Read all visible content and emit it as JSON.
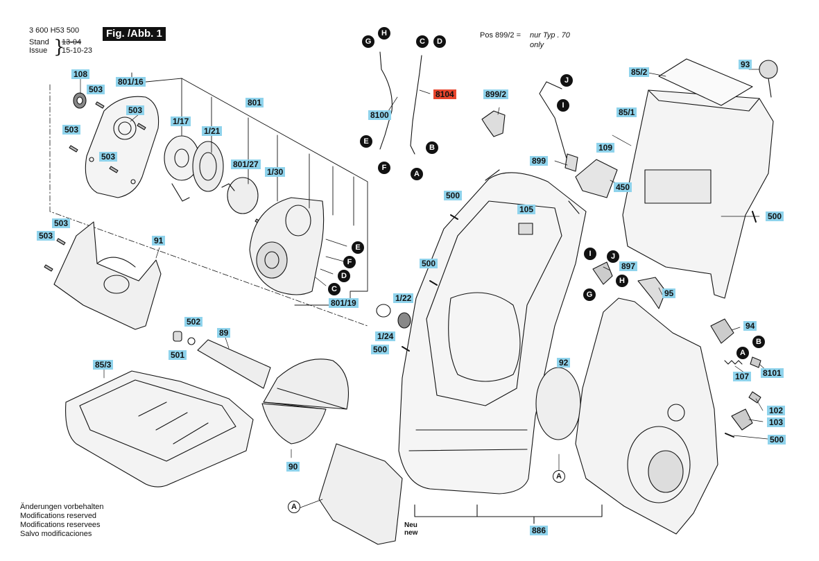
{
  "header": {
    "doc_number": "3 600 H53 500",
    "stand_label": "Stand",
    "issue_label": "Issue",
    "stand_date": "13-04",
    "issue_date": "15-10-23",
    "figure_title": "Fig. /Abb. 1"
  },
  "note_top": {
    "pos_ref": "Pos 899/2 =",
    "line1": "nur Typ . 70",
    "line2": "only"
  },
  "footer_notes": [
    "Änderungen vorbehalten",
    "Modifications reserved",
    "Modifications reservees",
    "Salvo modificaciones"
  ],
  "neu": {
    "line1": "Neu",
    "line2": "new"
  },
  "parts": {
    "p108": "108",
    "p503a": "503",
    "p801_16": "801/16",
    "p503b": "503",
    "p503c": "503",
    "p503d": "503",
    "p1_17": "1/17",
    "p1_21": "1/21",
    "p801": "801",
    "p801_27": "801/27",
    "p1_30": "1/30",
    "p503e": "503",
    "p503f": "503",
    "p91": "91",
    "p801_19": "801/19",
    "p502": "502",
    "p501": "501",
    "p89": "89",
    "p85_3": "85/3",
    "p90": "90",
    "p8100": "8100",
    "p8104": "8104",
    "p899_2": "899/2",
    "p899": "899",
    "p109": "109",
    "p85_2": "85/2",
    "p93": "93",
    "p85_1": "85/1",
    "p450": "450",
    "p500a": "500",
    "p500b": "500",
    "p105": "105",
    "p500c": "500",
    "p1_22": "1/22",
    "p1_24": "1/24",
    "p500d": "500",
    "p92": "92",
    "p897": "897",
    "p95": "95",
    "p94": "94",
    "p107": "107",
    "p8101": "8101",
    "p102": "102",
    "p103": "103",
    "p500e": "500",
    "p886": "886"
  },
  "letters": {
    "G1": "G",
    "H1": "H",
    "C1": "C",
    "D1": "D",
    "E1": "E",
    "F1": "F",
    "B1": "B",
    "A1": "A",
    "J1": "J",
    "I1": "I",
    "E2": "E",
    "F2": "F",
    "D2": "D",
    "C2": "C",
    "I2": "I",
    "J2": "J",
    "H2": "H",
    "G2": "G",
    "A2": "A",
    "B2": "B",
    "Aref1": "A",
    "Aref2": "A"
  }
}
